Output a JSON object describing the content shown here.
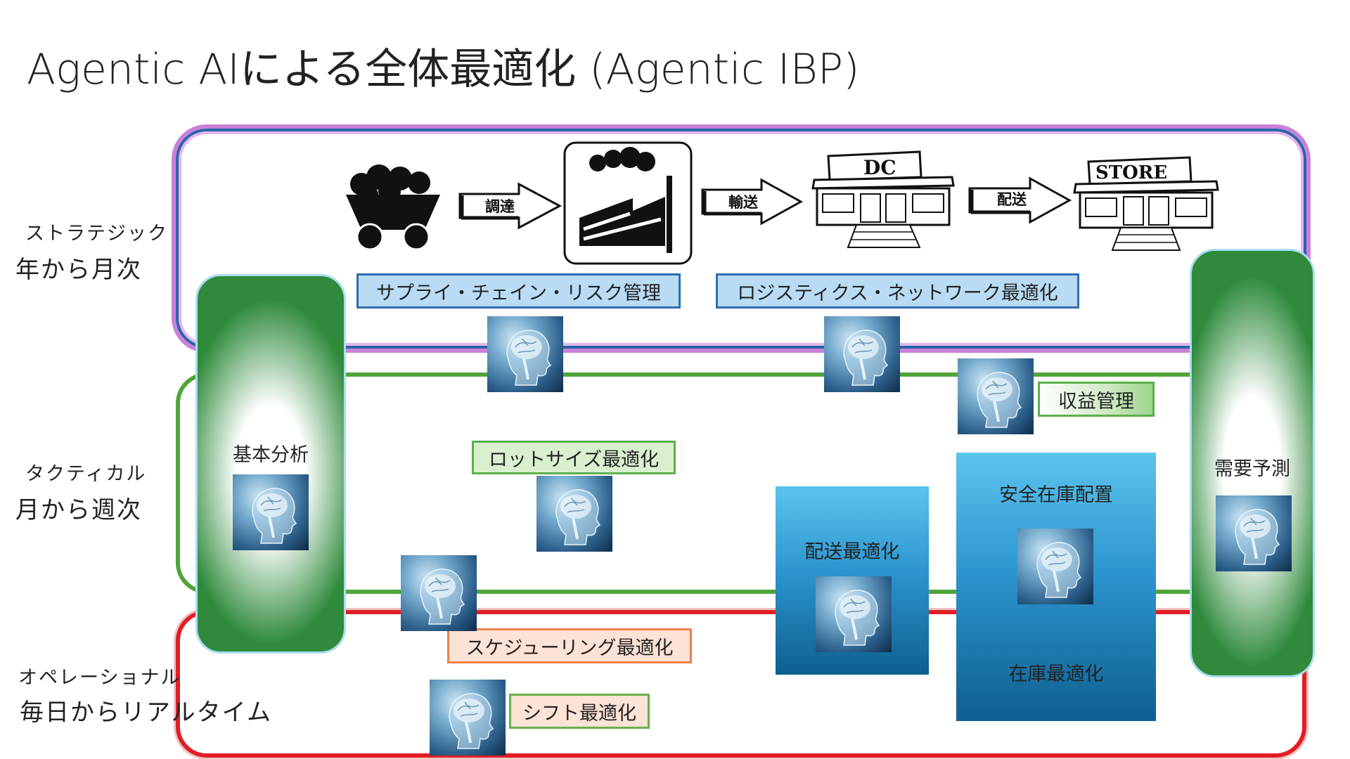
{
  "title": "Agentic AIによる全体最適化 (Agentic IBP)",
  "levels": [
    {
      "name": "ストラテジック",
      "range": "年から月次"
    },
    {
      "name": "タクティカル",
      "range": "月から週次"
    },
    {
      "name": "オペレーショナル",
      "range": "毎日からリアルタイム"
    }
  ],
  "flow": {
    "procure": "調達",
    "transport": "輸送",
    "deliver": "配送",
    "dc_sign": "DC",
    "store_sign": "STORE"
  },
  "pillars": {
    "left": "基本分析",
    "right": "需要予測"
  },
  "labels": {
    "supply_chain_risk": "サプライ・チェイン・リスク管理",
    "logistics_network": "ロジスティクス・ネットワーク最適化",
    "revenue_mgmt": "収益管理",
    "lot_size": "ロットサイズ最適化",
    "scheduling": "スケジューリング最適化",
    "shift": "シフト最適化",
    "delivery_opt": "配送最適化",
    "safety_stock": "安全在庫配置",
    "inventory_opt": "在庫最適化"
  },
  "icons": [
    "coal-cart-icon",
    "factory-icon",
    "distribution-center-icon",
    "store-icon",
    "ai-brain-icon"
  ],
  "colors": {
    "strategic": "#2a64a8",
    "strategic_glow": "#c981d8",
    "tactical": "#4fa53a",
    "operational": "#e01e24",
    "pillar": "#2f8a3c",
    "blue_box": "#2c95cf"
  }
}
